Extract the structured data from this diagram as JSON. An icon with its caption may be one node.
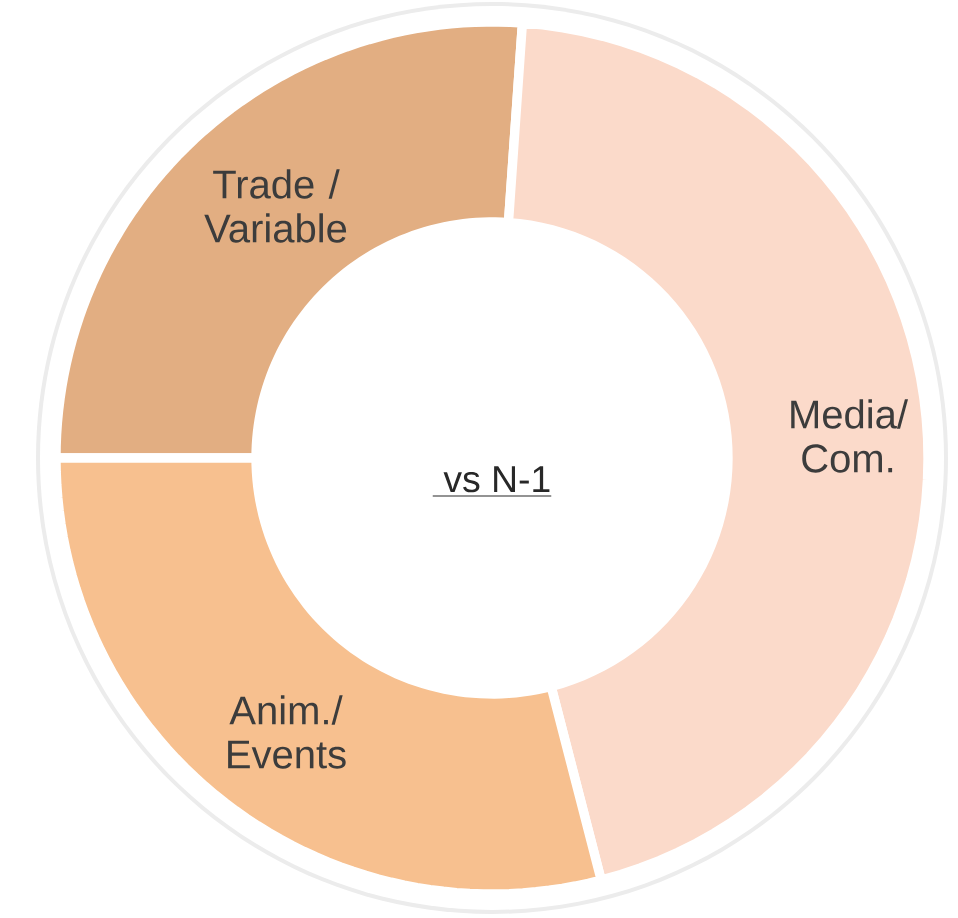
{
  "diagram": {
    "nodes": [
      {
        "text": [
          "Trade / Variable"
        ]
      },
      {
        "text": [
          "Media/ Com."
        ]
      },
      {
        "text": [
          "Anim./ Events"
        ]
      }
    ],
    "labels": [
      "vs N-1"
    ]
  }
}
